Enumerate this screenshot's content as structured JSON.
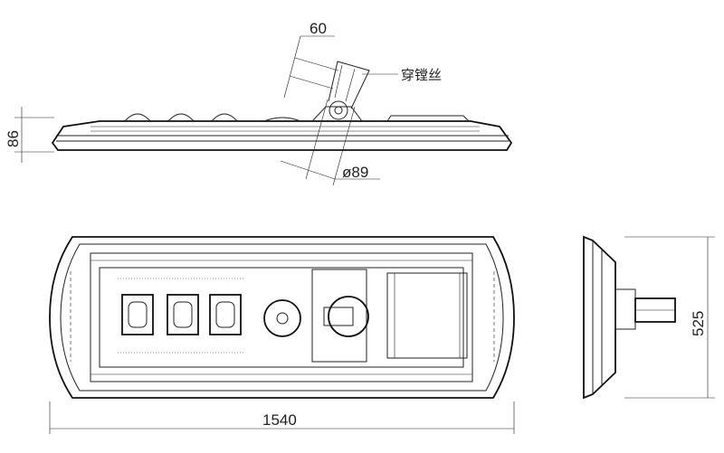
{
  "dimensions": {
    "bracket_width": "60",
    "bracket_label": "穿镗丝",
    "height": "86",
    "pipe_diameter": "ø89",
    "length": "1540",
    "width": "525"
  }
}
